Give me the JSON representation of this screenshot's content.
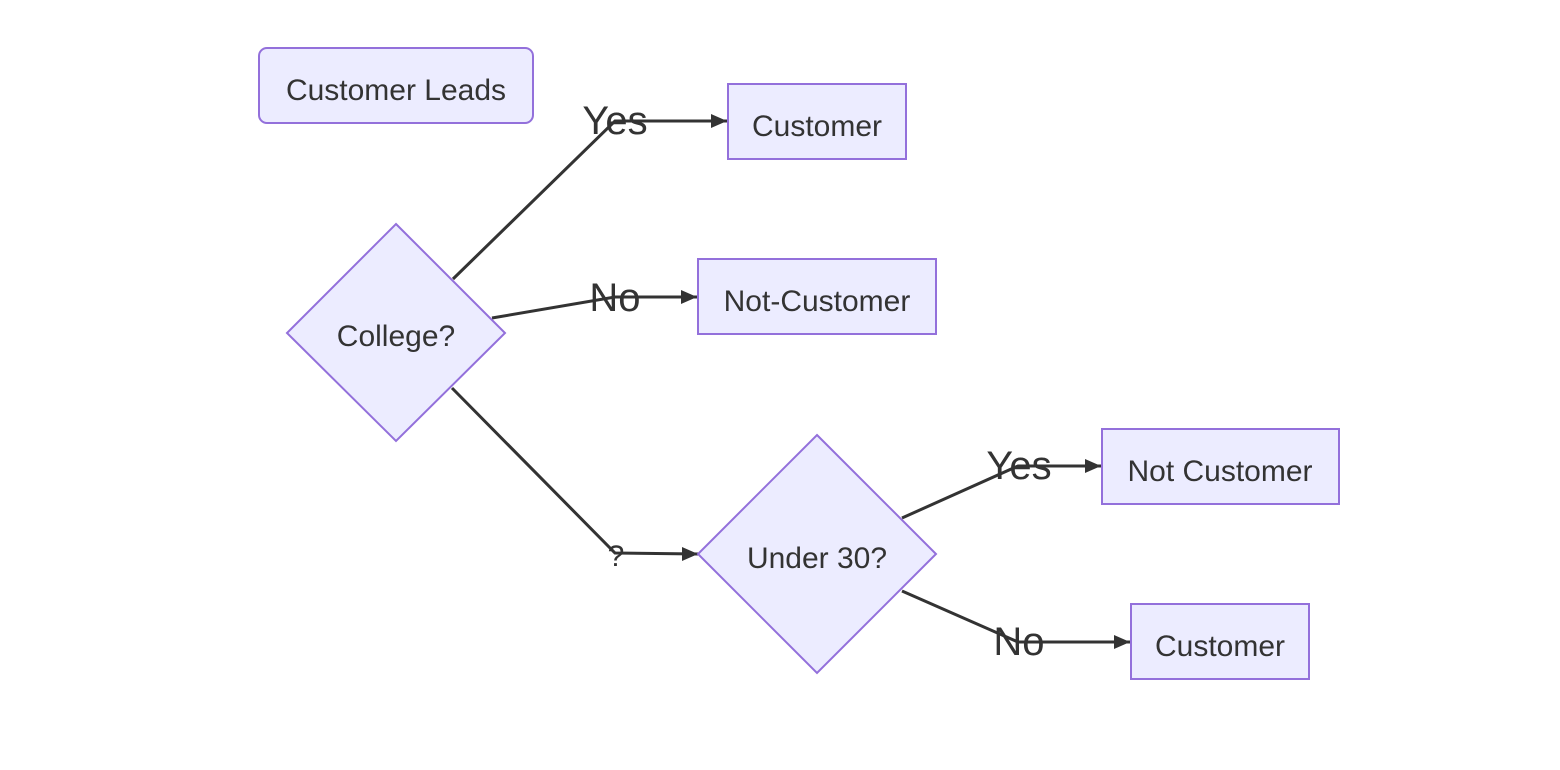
{
  "nodes": {
    "customer_leads": "Customer Leads",
    "college": "College?",
    "customer_top": "Customer",
    "not_customer_hyphen": "Not-Customer",
    "under_30": "Under 30?",
    "not_customer": "Not Customer",
    "customer_bottom": "Customer"
  },
  "edges": {
    "college_yes": "Yes",
    "college_no": "No",
    "college_q": "?",
    "under30_yes": "Yes",
    "under30_no": "No"
  },
  "colors": {
    "node_fill": "#ECECFF",
    "node_stroke": "#9370DB",
    "edge": "#333333",
    "text": "#333333"
  }
}
